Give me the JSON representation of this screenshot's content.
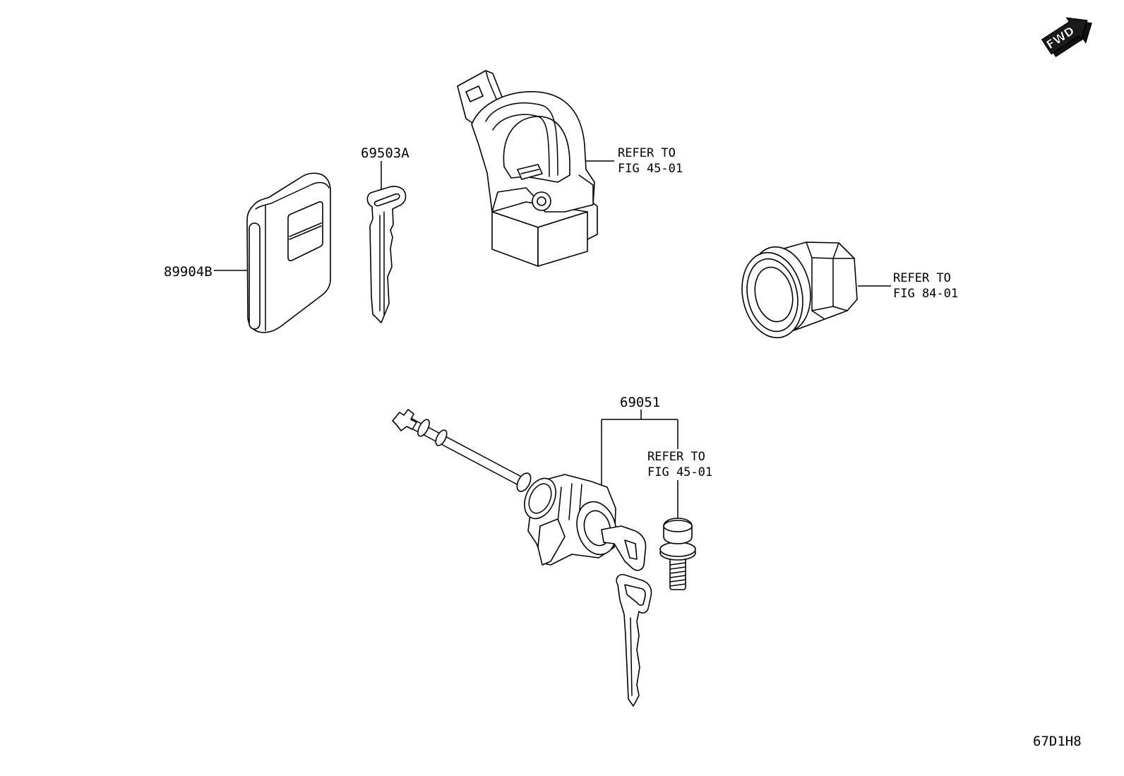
{
  "fwd_arrow": {
    "label": "FWD"
  },
  "callouts": {
    "key_fob": "89904B",
    "key_blade": "69503A",
    "door_lock_cylinder": "69051"
  },
  "references": {
    "ignition_switch": {
      "line1": "REFER TO",
      "line2": "FIG 45-01"
    },
    "push_start_button": {
      "line1": "REFER TO",
      "line2": "FIG 84-01"
    },
    "bolt": {
      "line1": "REFER TO",
      "line2": "FIG 45-01"
    }
  },
  "illustration_code": "67D1H8",
  "colors": {
    "line": "#000000",
    "background": "#ffffff"
  }
}
